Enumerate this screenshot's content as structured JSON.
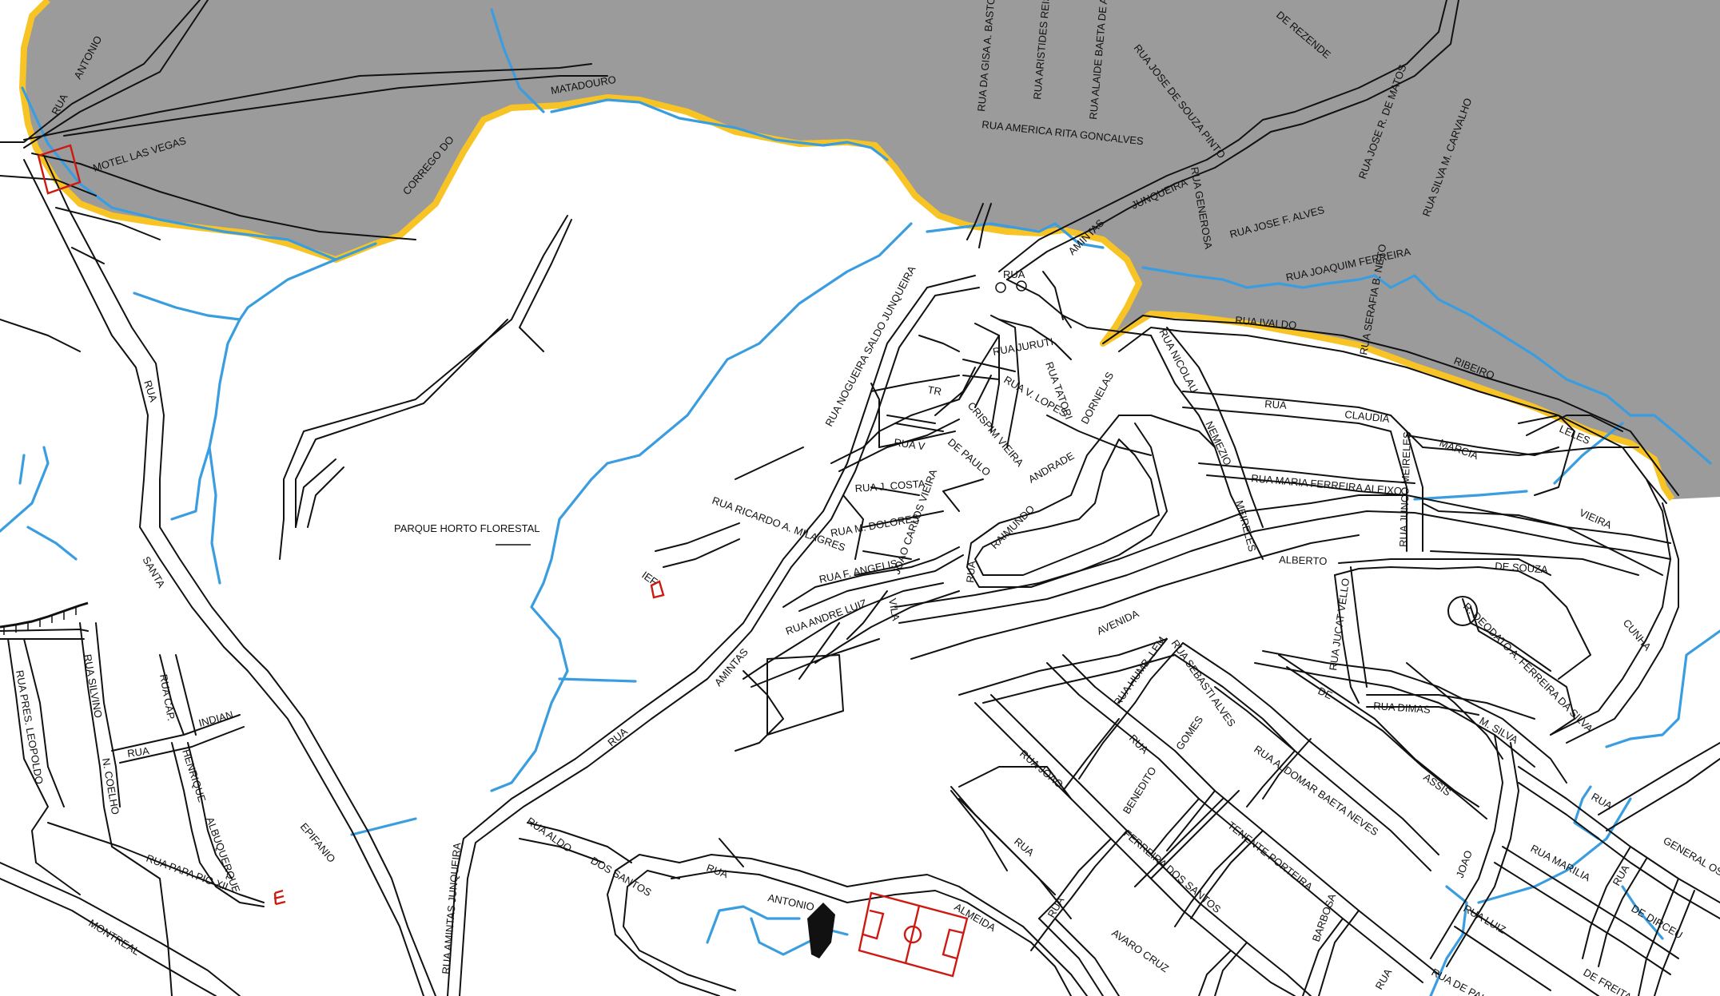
{
  "map": {
    "colors": {
      "background": "#ffffff",
      "shaded_area": "#9b9b9b",
      "boundary": "#f7c325",
      "water": "#3a9de0",
      "roads": "#111111",
      "markers": "#cc1a12"
    },
    "area_labels": {
      "park": "PARQUE HORTO FLORESTAL",
      "motel": "MOTEL LAS VEGAS",
      "stream_1": "CORREGO",
      "stream_2": "DO",
      "stream_3": "MATADOURO"
    },
    "markers": {
      "school_1": "IEF",
      "school_2": "IE"
    },
    "streets": {
      "rua_antonio_1": "RUA",
      "rua_antonio_2": "ANTONIO",
      "rua_santa_1": "RUA",
      "rua_santa_2": "SANTA",
      "gisa": "RUA DA GISA A. BASTOS",
      "aristides": "RUA ARISTIDES REIS",
      "alaide": "RUA ALAIDE BAETA DE ASSIS",
      "jose_souza": "RUA JOSE DE SOUZA PINTO",
      "rezende": "DE REZENDE",
      "jose_matos": "RUA JOSE R. DE MATOS",
      "silva_carvalho": "RUA SILVA M. CARVALHO",
      "america": "RUA AMERICA RITA GONCALVES",
      "junqueira_top": "JUNQUEIRA",
      "aminta_top": "AMINTAS",
      "generosa": "RUA GENEROSA",
      "jose_alves": "RUA JOSE F. ALVES",
      "joaquim": "RUA JOAQUIM FERREIRA",
      "serafia": "RUA SERAFIA B. NETO",
      "ivaldo": "RUA IVALDO",
      "ribeiro": "RIBEIRO",
      "leles": "LELES",
      "nicolau": "RUA NICOLAU",
      "claudia_1": "RUA",
      "claudia_2": "CLAUDIA",
      "marcia": "MARCIA",
      "vieira": "VIEIRA",
      "nemezio": "NEMEZIO",
      "meireles": "MEIRELES",
      "maria_ferreira": "RUA MARIA FERREIRA ALEIXO",
      "junco": "RUA JUNCO MEIRELES",
      "alberto": "ALBERTO",
      "de_souza": "DE SOUZA",
      "avenida": "AVENIDA",
      "jucat": "RUA JUCAT VELLO",
      "deodato": "R. DEODATO A. FERREIRA DA SILVA",
      "cunha": "CUNHA",
      "dimas": "RUA DIMAS",
      "m_silva": "M. SILVA",
      "de_1": "DE",
      "assis": "ASSIS",
      "rua_e": "RUA",
      "general": "GENERAL OSORIO",
      "marila": "RUA MARILIA",
      "rua_f": "RUA",
      "de_diceu": "DE DIRCEU",
      "freitas": "DE FREITAS",
      "rua_pe": "RUA DE PALARES",
      "luiz": "RUA LUIZ",
      "joao_sm": "JOAO",
      "juruti": "RUA JURUTI",
      "tatori": "RUA TATORI",
      "v_lopes": "RUA V. LOPES",
      "crispim": "CRISPIM VIEIRA",
      "tr": "TR",
      "rua_v": "RUA V",
      "de_paulo": "DE PAULO",
      "j_costa": "RUA J. COSTA",
      "m_dolores": "RUA M. DOLORES",
      "joao_vieira": "JOAO CARLOS VIEIRA",
      "f_angelis": "RUA F. ANGELIS",
      "andre_luiz": "RUA ANDRE LUIZ",
      "ricardo": "RUA RICARDO A. MILAGRES",
      "nogueira": "RUA NOGUEIRA SALDO JUNQUEIRA",
      "rua_roundabout": "RUA",
      "raimundo": "RAIMUNDO",
      "andrade": "ANDRADE",
      "dornelas": "DORNELAS",
      "rua_ra": "RUA",
      "rua_vila": "VILA",
      "aminta_mid": "AMINTAS",
      "rua_mid": "RUA",
      "aminta_low": "RUA AMINTAS JUNQUEIRA",
      "aldo_1": "RUA ALDO",
      "aldo_2": "DOS SANTOS",
      "antonio_low_1": "RUA",
      "antonio_low_2": "ANTONIO",
      "almeida": "ALMEIDA",
      "humb": "RUA HUMB. LEM.",
      "sebasti": "RUA SEBASTI ALVES",
      "rua_gomes": "RUA",
      "gomes": "GOMES",
      "aldomar": "RUA ALDOMAR BAETA NEVES",
      "rua_joao": "RUA JOAO",
      "benedito": "BENEDITO",
      "tenente": "TENENTE PORTEIRA",
      "ferreira_santos": "FERREIRA DOS SANTOS",
      "rua_low": "RUA",
      "rua_low2": "RUA",
      "avaro": "AVARO CRUZ",
      "barbosa": "BARBOSA",
      "rua_ba": "RUA",
      "pres_leopoldo": "RUA PRES. LEOPOLDO",
      "silvino": "RUA SILVINO",
      "n_coelho": "N. COELHO",
      "cap": "RUA CAP.",
      "indian": "INDIAN",
      "rua_m": "RUA",
      "henrique": "HENRIQUE",
      "alburquerque": "ALBUQUERQUE",
      "papa": "RUA PAPA PIO XII",
      "epifanio": "EPIFANIO",
      "montreal": "MONTREAL"
    }
  }
}
